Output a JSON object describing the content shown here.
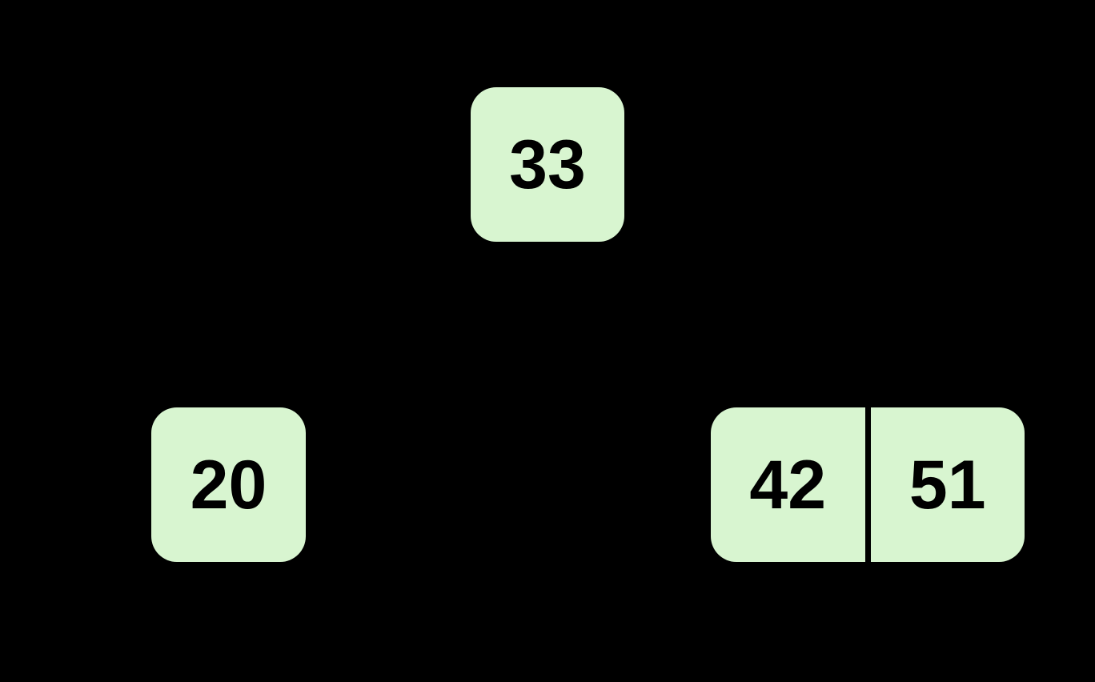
{
  "colors": {
    "background": "#000000",
    "node_fill": "#d8f5d0",
    "node_text": "#000000",
    "key_divider": "#000000"
  },
  "tree": {
    "type": "b-tree",
    "levels": 2,
    "root": {
      "keys": [
        "33"
      ]
    },
    "children": [
      {
        "keys": [
          "20"
        ]
      },
      {
        "keys": [
          "42",
          "51"
        ]
      }
    ]
  }
}
